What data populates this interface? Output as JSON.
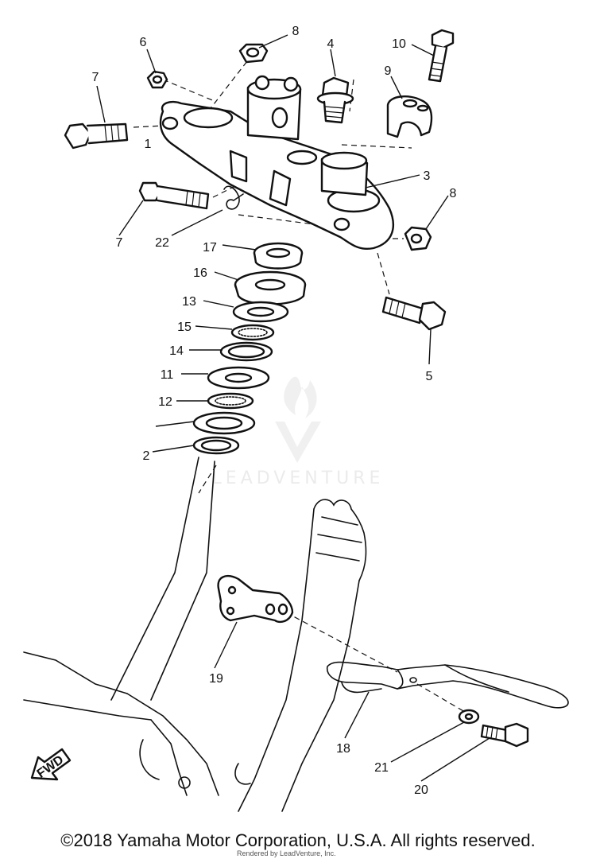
{
  "diagram": {
    "callouts": [
      "1",
      "2",
      "3",
      "4",
      "5",
      "6",
      "7",
      "7",
      "8",
      "8",
      "9",
      "10",
      "11",
      "12",
      "13",
      "14",
      "15",
      "16",
      "17",
      "18",
      "19",
      "20",
      "21",
      "22"
    ],
    "fwd_label": "FWD"
  },
  "watermark": {
    "text": "LEADVENTURE"
  },
  "footer": {
    "copyright": "©2018 Yamaha Motor Corporation, U.S.A. All rights reserved.",
    "rendered_by": "Rendered by LeadVenture, Inc."
  }
}
